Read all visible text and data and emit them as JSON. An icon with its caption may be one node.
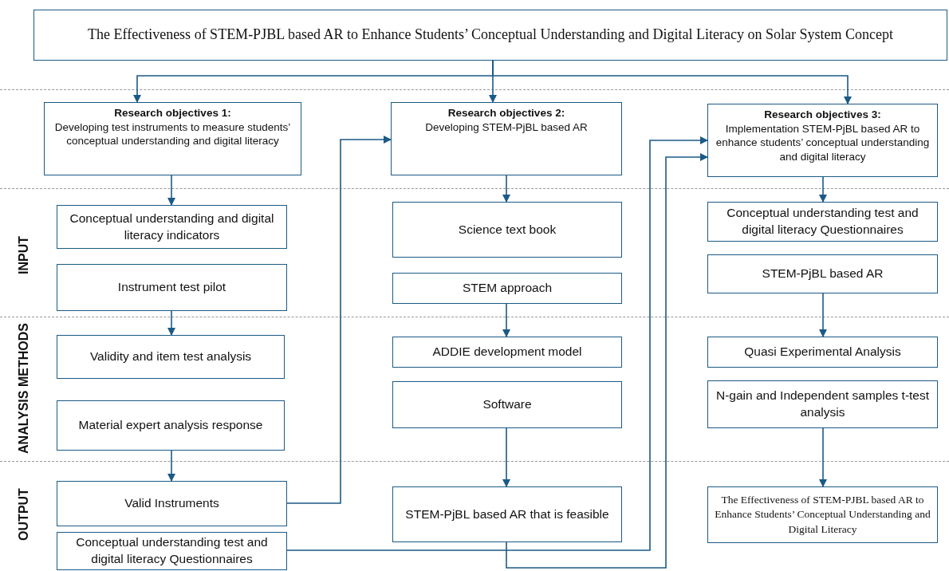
{
  "diagram": {
    "nodes": [
      {
        "text": [
          "The Effectiveness of  STEM-PJBL based AR to Enhance Students’ Conceptual Understanding and Digital Literacy on Solar System Concept"
        ]
      },
      {
        "text": [
          "Research objectives 1:",
          "Developing test instruments to measure students’ conceptual understanding and digital literacy"
        ]
      },
      {
        "text": [
          "Research objectives 2:",
          "Developing STEM-PjBL based AR"
        ]
      },
      {
        "text": [
          "Research objectives 3:",
          "Implementation STEM-PjBL based AR to enhance students’ conceptual understanding and digital literacy"
        ]
      },
      {
        "text": [
          "Conceptual understanding and digital literacy indicators"
        ]
      },
      {
        "text": [
          "Instrument test pilot"
        ]
      },
      {
        "text": [
          "Validity and item test analysis"
        ]
      },
      {
        "text": [
          "Material expert analysis response"
        ]
      },
      {
        "text": [
          "Valid Instruments"
        ]
      },
      {
        "text": [
          "Conceptual understanding test and digital literacy Questionnaires"
        ]
      },
      {
        "text": [
          "Science text book"
        ]
      },
      {
        "text": [
          "STEM approach"
        ]
      },
      {
        "text": [
          "ADDIE development model"
        ]
      },
      {
        "text": [
          "Software"
        ]
      },
      {
        "text": [
          "STEM-PjBL based AR that is feasible"
        ]
      },
      {
        "text": [
          "Conceptual understanding test and digital literacy Questionnaires"
        ]
      },
      {
        "text": [
          "STEM-PjBL based AR"
        ]
      },
      {
        "text": [
          "Quasi Experimental Analysis"
        ]
      },
      {
        "text": [
          "N-gain and Independent samples t-test analysis"
        ]
      },
      {
        "text": [
          "The Effectiveness of  STEM-PJBL based AR to Enhance Students’ Conceptual Understanding and Digital Literacy"
        ]
      }
    ],
    "edges": [
      {
        "from": 0,
        "to": 1,
        "arrow": "to"
      },
      {
        "from": 0,
        "to": 2,
        "arrow": "to"
      },
      {
        "from": 0,
        "to": 3,
        "arrow": "to"
      },
      {
        "from": 1,
        "to": 4,
        "arrow": "to"
      },
      {
        "from": 5,
        "to": 6,
        "arrow": "to"
      },
      {
        "from": 7,
        "to": 8,
        "arrow": "to"
      },
      {
        "from": 8,
        "to": 2,
        "arrow": "to"
      },
      {
        "from": 9,
        "to": 3,
        "arrow": "to"
      },
      {
        "from": 14,
        "to": 3,
        "arrow": "to"
      },
      {
        "from": 2,
        "to": 10,
        "arrow": "to"
      },
      {
        "from": 11,
        "to": 12,
        "arrow": "to"
      },
      {
        "from": 13,
        "to": 14,
        "arrow": "to"
      },
      {
        "from": 3,
        "to": 15,
        "arrow": "to"
      },
      {
        "from": 16,
        "to": 17,
        "arrow": "to"
      },
      {
        "from": 18,
        "to": 19,
        "arrow": "to"
      }
    ],
    "labels": [
      "INPUT",
      "ANALYSIS METHODS",
      "OUTPUT"
    ]
  }
}
